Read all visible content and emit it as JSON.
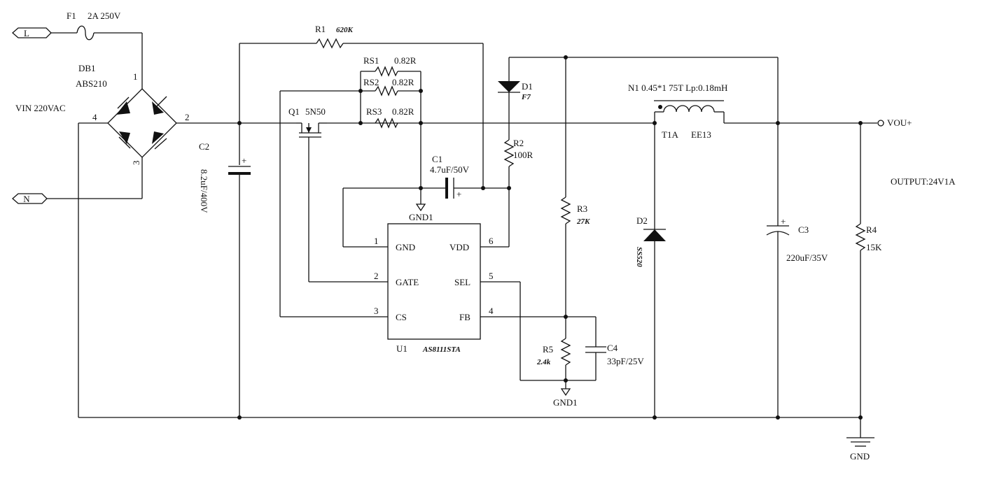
{
  "ports": {
    "l": "L",
    "n": "N",
    "vout": "VOU+",
    "gnd": "GND",
    "gnd1_top": "GND1",
    "gnd1_bottom": "GND1"
  },
  "input": {
    "vin": "VIN  220VAC",
    "output_note": "OUTPUT:24V1A"
  },
  "fuse": {
    "ref": "F1",
    "value": "2A 250V"
  },
  "bridge": {
    "ref": "DB1",
    "part": "ABS210",
    "pin1": "1",
    "pin2": "2",
    "pin3": "3",
    "pin4": "4"
  },
  "r1": {
    "ref": "R1",
    "value": "620K"
  },
  "rs1": {
    "ref": "RS1",
    "value": "0.82R"
  },
  "rs2": {
    "ref": "RS2",
    "value": "0.82R"
  },
  "rs3": {
    "ref": "RS3",
    "value": "0.82R"
  },
  "q1": {
    "ref": "Q1",
    "part": "5N50"
  },
  "c1": {
    "ref": "C1",
    "value": "4.7uF/50V"
  },
  "c2": {
    "ref": "C2",
    "value": "8.2uF/400V"
  },
  "c3": {
    "ref": "C3",
    "value": "220uF/35V"
  },
  "c4": {
    "ref": "C4",
    "value": "33pF/25V"
  },
  "d1": {
    "ref": "D1",
    "part": "F7"
  },
  "d2": {
    "ref": "D2",
    "part": "SS520"
  },
  "r2": {
    "ref": "R2",
    "value": "100R"
  },
  "r3": {
    "ref": "R3",
    "value": "27K"
  },
  "r4": {
    "ref": "R4",
    "value": "15K"
  },
  "r5": {
    "ref": "R5",
    "value": "2.4k"
  },
  "inductor": {
    "spec": "N1 0.45*1  75T  Lp:0.18mH",
    "ref": "T1A",
    "core": "EE13"
  },
  "ic": {
    "ref": "U1",
    "part": "AS8111STA",
    "pins": [
      {
        "num": "1",
        "name": "GND"
      },
      {
        "num": "2",
        "name": "GATE"
      },
      {
        "num": "3",
        "name": "CS"
      },
      {
        "num": "6",
        "name": "VDD"
      },
      {
        "num": "5",
        "name": "SEL"
      },
      {
        "num": "4",
        "name": "FB"
      }
    ]
  }
}
